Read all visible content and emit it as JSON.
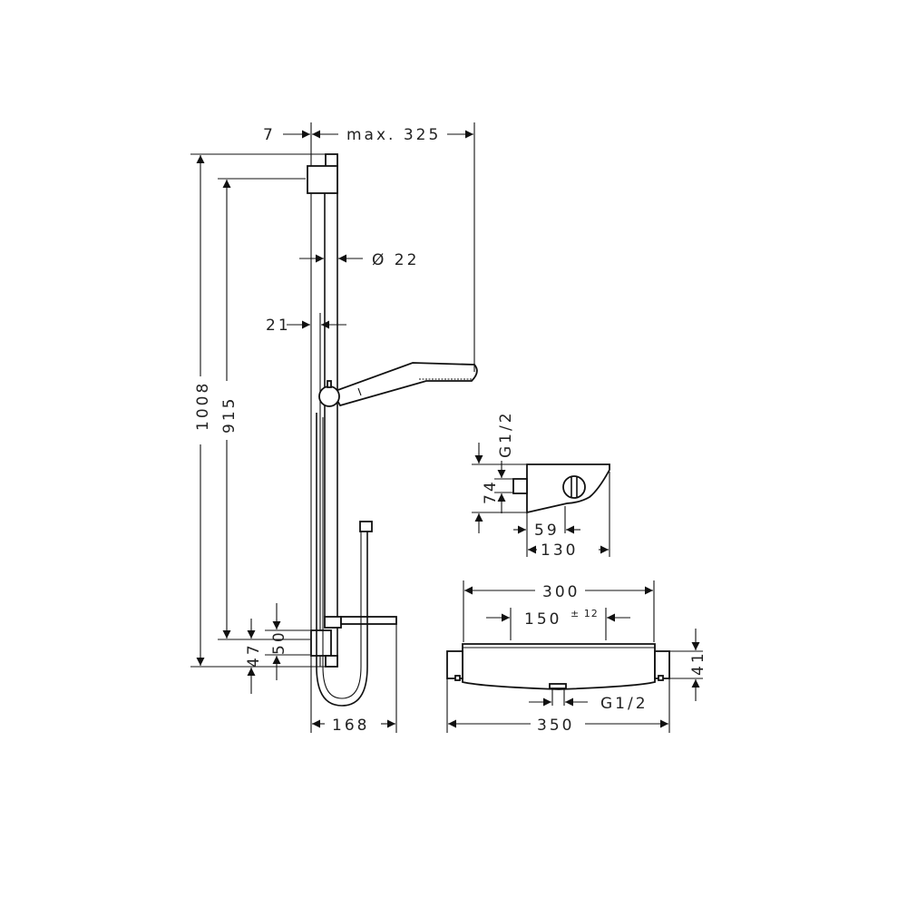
{
  "drawing": {
    "shower_rail_set": {
      "wall_offset": "7",
      "max_reach": "max. 325",
      "rail_diameter": "Ø 22",
      "rail_clearance": "21",
      "total_height": "1008",
      "bracket_spacing": "915",
      "lower_bracket_height": "50",
      "lower_bracket_offset": "47",
      "shelf_depth": "168"
    },
    "thermostat_side_view": {
      "connection": "G1/2",
      "height": "74",
      "outlet_offset": "59",
      "depth": "130"
    },
    "thermostat_front_view": {
      "inlet_spacing": "300",
      "center_distance": "150",
      "center_tolerance": "± 12",
      "height": "41",
      "outlet": "G1/2",
      "total_width": "350"
    }
  }
}
